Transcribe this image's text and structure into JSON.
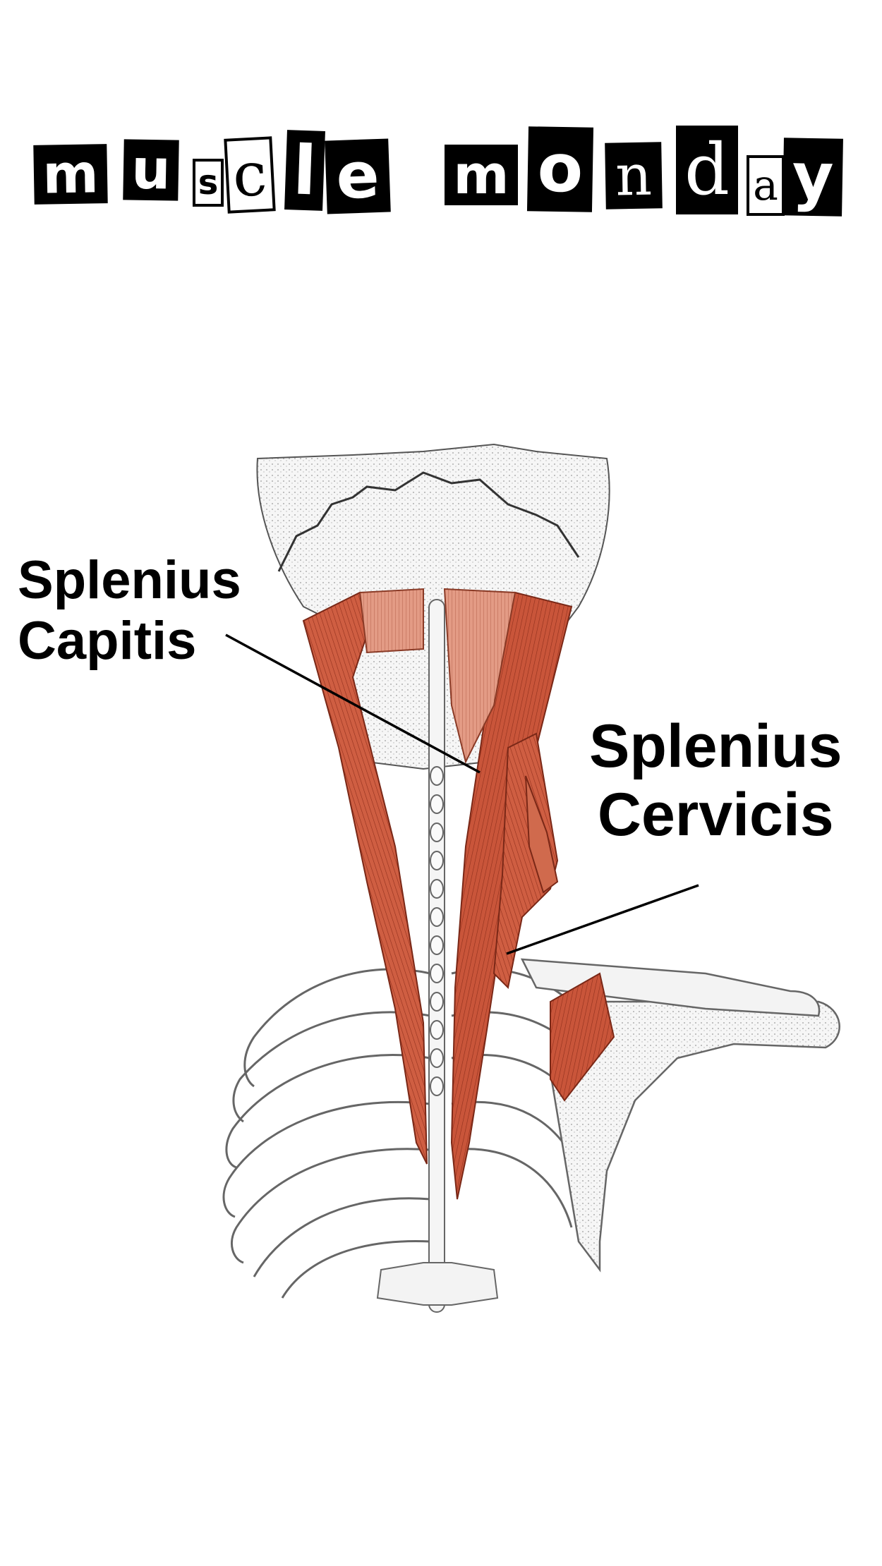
{
  "title": {
    "word1": [
      "m",
      "u",
      "s",
      "c",
      "l",
      "e"
    ],
    "word2": [
      "m",
      "o",
      "n",
      "d",
      "a",
      "y"
    ]
  },
  "labels": {
    "capitis": {
      "line1": "Splenius",
      "line2": "Capitis"
    },
    "cervicis": {
      "line1": "Splenius",
      "line2": "Cervicis"
    }
  },
  "colors": {
    "muscle": "#c9553a",
    "muscle_light": "#e6927a",
    "bone": "#f2f2f2",
    "ink": "#000000"
  }
}
